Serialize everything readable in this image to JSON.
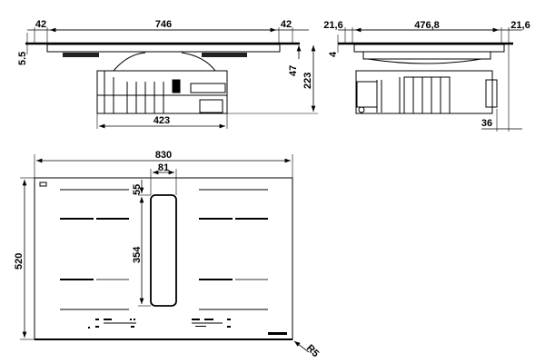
{
  "side_view": {
    "left_margin": "42",
    "width_between": "746",
    "right_margin": "42",
    "glass_thickness": "5.5",
    "depth_to_body": "47",
    "total_height": "223",
    "body_width": "423"
  },
  "end_view": {
    "left_margin": "21,6",
    "width_between": "476,8",
    "right_margin": "21,6",
    "glass_thickness": "4",
    "body_offset": "36"
  },
  "top_view": {
    "total_width": "830",
    "total_depth": "520",
    "vent_width": "81",
    "vent_offset": "55",
    "vent_length": "354",
    "corner_radius": "R5"
  },
  "colors": {
    "line": "#000000",
    "zone_secondary": "#777777",
    "background": "#ffffff"
  }
}
